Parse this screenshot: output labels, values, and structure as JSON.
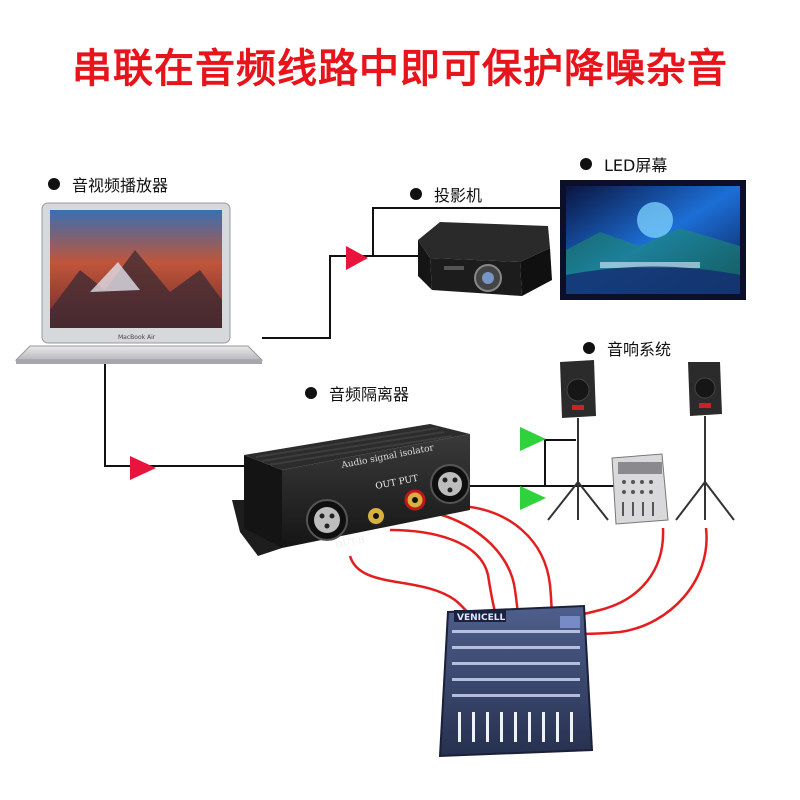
{
  "title": "串联在音频线路中即可保护降噪杂音",
  "labels": {
    "player": "音视频播放器",
    "projector": "投影机",
    "led": "LED屏幕",
    "speakers": "音响系统",
    "isolator": "音频隔离器"
  },
  "device_text": {
    "laptop_brand": "MacBook Air",
    "isolator_name": "Audio signal isolator",
    "isolator_output": "OUT PUT",
    "isolator_out_b": "OUT-B",
    "mixer_brand": "VENICELL"
  },
  "colors": {
    "title": "#e8141c",
    "signal_arrow": "#e8143c",
    "output_arrow": "#2fd23a",
    "cable": "#e41e1e",
    "line": "#111111"
  }
}
